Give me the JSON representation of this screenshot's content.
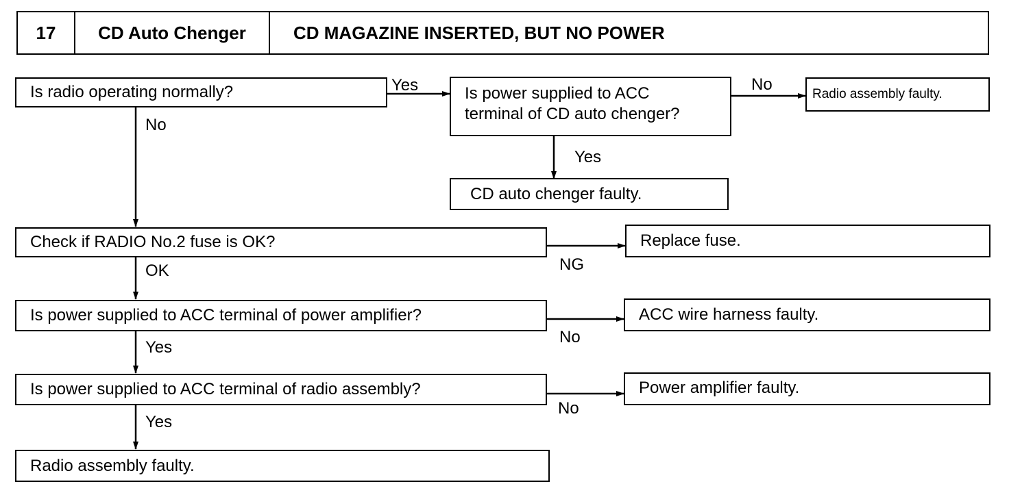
{
  "header": {
    "number": "17",
    "category": "CD Auto Chenger",
    "title": "CD MAGAZINE INSERTED, BUT NO POWER"
  },
  "boxes": {
    "q_radio": "Is radio operating normally?",
    "q_acc_cd": "Is power supplied to ACC\nterminal of CD auto chenger?",
    "r_radio_faulty_1": "Radio assembly faulty.",
    "r_cd_faulty": "CD auto chenger faulty.",
    "q_fuse": "Check if RADIO No.2 fuse is OK?",
    "r_replace_fuse": "Replace fuse.",
    "q_acc_amp": "Is power supplied to ACC terminal of power amplifier?",
    "r_acc_harness": "ACC wire harness faulty.",
    "q_acc_radio": "Is power supplied to ACC terminal of radio assembly?",
    "r_amp_faulty": "Power amplifier faulty.",
    "r_radio_faulty_2": "Radio assembly faulty."
  },
  "labels": {
    "yes_radio": "Yes",
    "no_acc_cd": "No",
    "yes_acc_cd": "Yes",
    "no_radio": "No",
    "ng_fuse": "NG",
    "ok_fuse": "OK",
    "no_amp": "No",
    "yes_amp": "Yes",
    "no_radio_acc": "No",
    "yes_radio_acc": "Yes"
  }
}
